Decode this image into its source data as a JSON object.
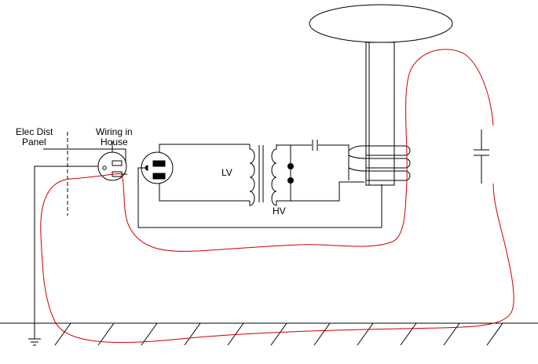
{
  "labels": {
    "panel_line1": "Elec Dist",
    "panel_line2": "Panel",
    "wiring_line1": "Wiring in",
    "wiring_line2": "House",
    "lv": "LV",
    "hv": "HV"
  },
  "colors": {
    "wire": "#000000",
    "return_path": "#cc0000",
    "background": "#ffffff"
  }
}
